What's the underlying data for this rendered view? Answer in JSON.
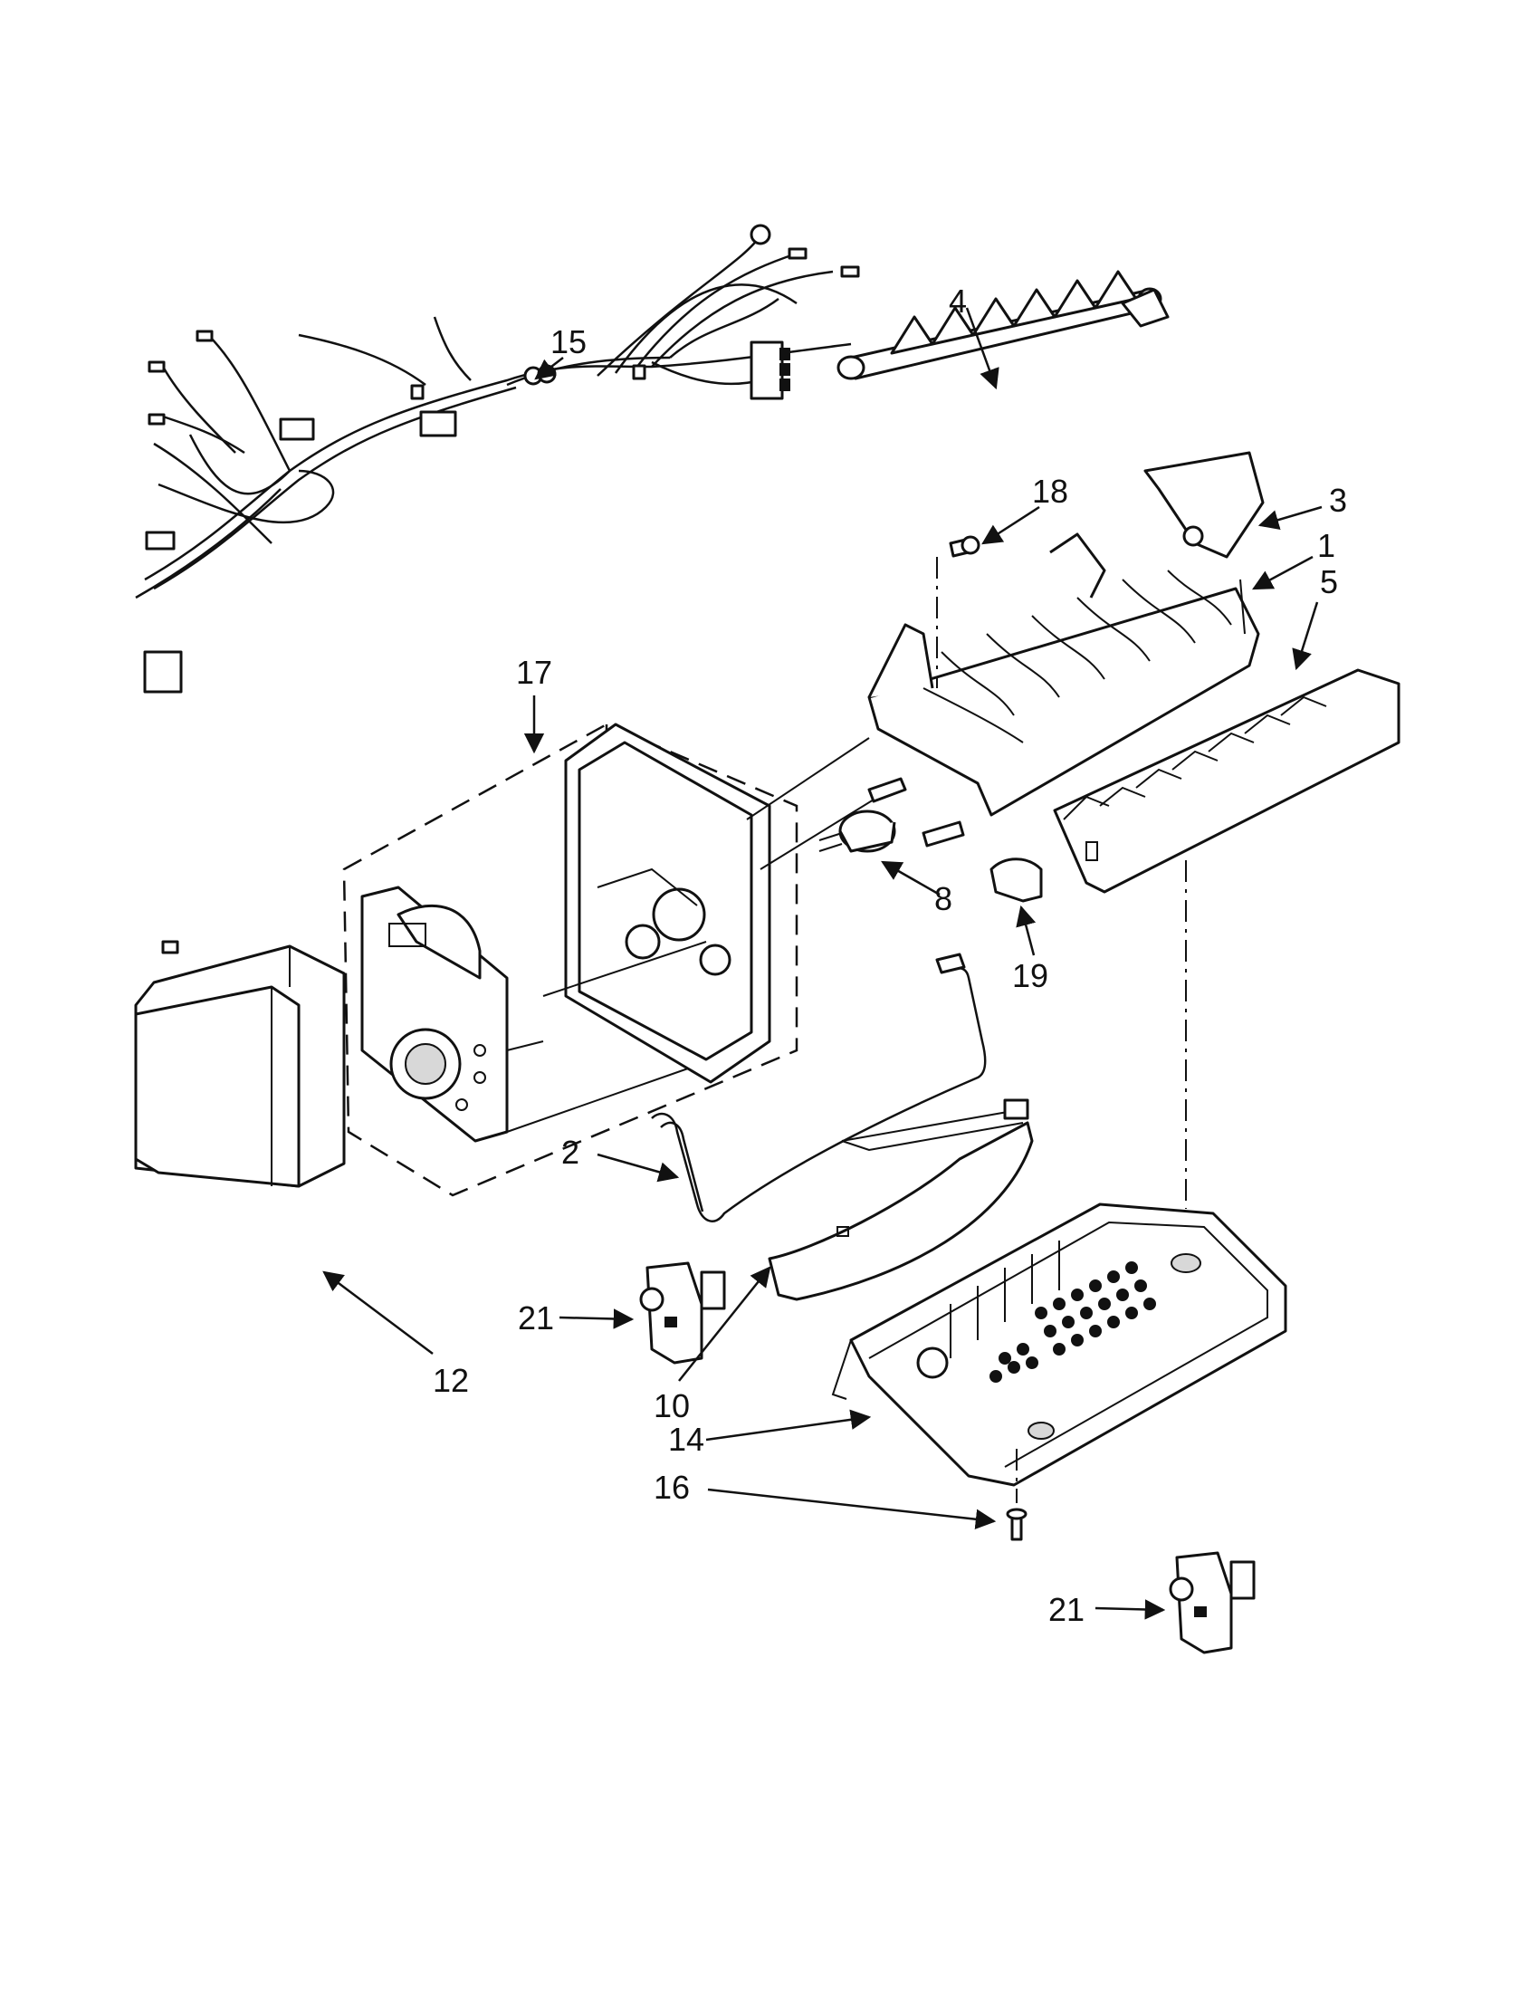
{
  "callouts": {
    "c1": "1",
    "c2": "2",
    "c3": "3",
    "c4": "4",
    "c5": "5",
    "c8": "8",
    "c10": "10",
    "c12": "12",
    "c14": "14",
    "c15": "15",
    "c16": "16",
    "c17": "17",
    "c18": "18",
    "c19": "19",
    "c21a": "21",
    "c21b": "21"
  }
}
